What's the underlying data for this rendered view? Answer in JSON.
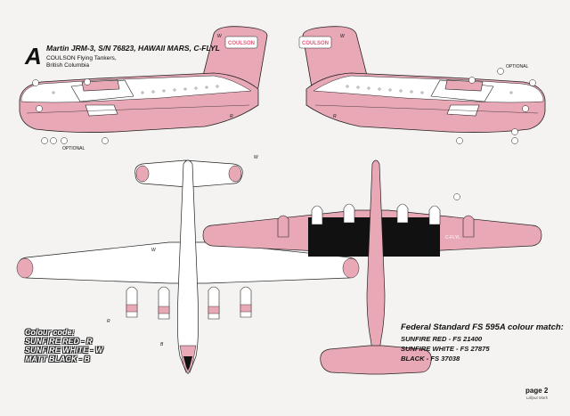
{
  "header": {
    "letter": "A",
    "title": "Martin JRM-3, S/N 76823, HAWAII MARS, C-FLYL",
    "operator": "COULSON Flying Tankers,",
    "location": "British Columbia"
  },
  "colour_codes": {
    "title": "Colour code:",
    "items": [
      "SUNFIRE RED - R",
      "SUNFIRE WHITE - W",
      "MATT BLACK - B"
    ]
  },
  "colour_match": {
    "title": "Federal Standard FS 595A colour match:",
    "items": [
      "SUNFIRE RED - FS 21400",
      "SUNFIRE WHITE - FS 27875",
      "BLACK - FS 37038"
    ]
  },
  "footer": {
    "page": "page 2",
    "brand": "Lilliput Mark"
  },
  "tail_text": "COULSON",
  "optional_label": "OPTIONAL",
  "colors": {
    "sunfire_red": "#e9a8b6",
    "sunfire_white": "#ffffff",
    "matt_black": "#111111",
    "line": "#222222"
  }
}
